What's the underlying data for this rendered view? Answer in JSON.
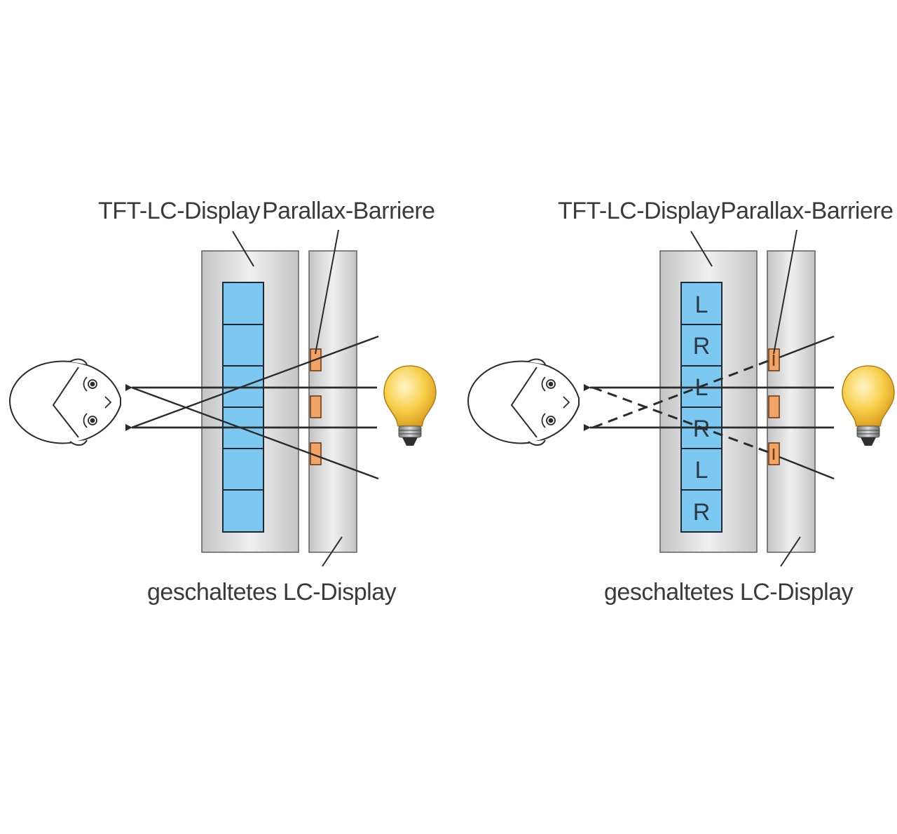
{
  "diagrams": [
    {
      "id": "left",
      "label_tft": "TFT-LC-Display",
      "label_barrier": "Parallax-Barriere",
      "label_switched": "geschaltetes LC-Display",
      "cells": [
        "",
        "",
        "",
        "",
        "",
        ""
      ]
    },
    {
      "id": "right",
      "label_tft": "TFT-LC-Display",
      "label_barrier": "Parallax-Barriere",
      "label_switched": "geschaltetes LC-Display",
      "cells": [
        "L",
        "R",
        "L",
        "R",
        "L",
        "R"
      ]
    }
  ],
  "colors": {
    "pixel": "#7cc8f0",
    "slit": "#f2a466",
    "panel": "#d6d6d6",
    "bulb": "#f8cf4a"
  },
  "icons": [
    "head-icon",
    "light-bulb-icon"
  ]
}
